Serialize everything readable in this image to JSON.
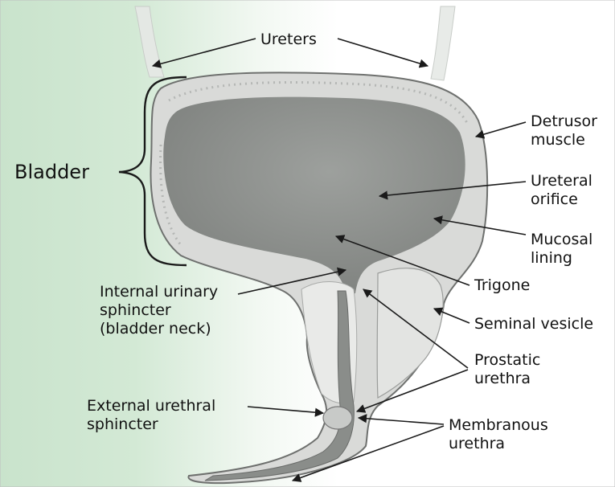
{
  "figure": {
    "colors": {
      "background_left": "#c9e3cc",
      "background_right": "#ffffff",
      "tissue_wall": "#d9dad8",
      "lumen": "#8c8f8c",
      "line": "#1a1a1a"
    }
  },
  "labels": {
    "ureters": "Ureters",
    "bladder": "Bladder",
    "detrusor": [
      "Detrusor",
      "muscle"
    ],
    "ureteral_orifice": [
      "Ureteral",
      "orifice"
    ],
    "mucosal_lining": [
      "Mucosal",
      "lining"
    ],
    "trigone": "Trigone",
    "internal_sphincter": [
      "Internal urinary",
      "sphincter",
      "(bladder neck)"
    ],
    "seminal_vesicle": "Seminal vesicle",
    "prostatic_urethra": [
      "Prostatic",
      "urethra"
    ],
    "external_sphincter": [
      "External urethral",
      "sphincter"
    ],
    "membranous_urethra": [
      "Membranous",
      "urethra"
    ]
  }
}
